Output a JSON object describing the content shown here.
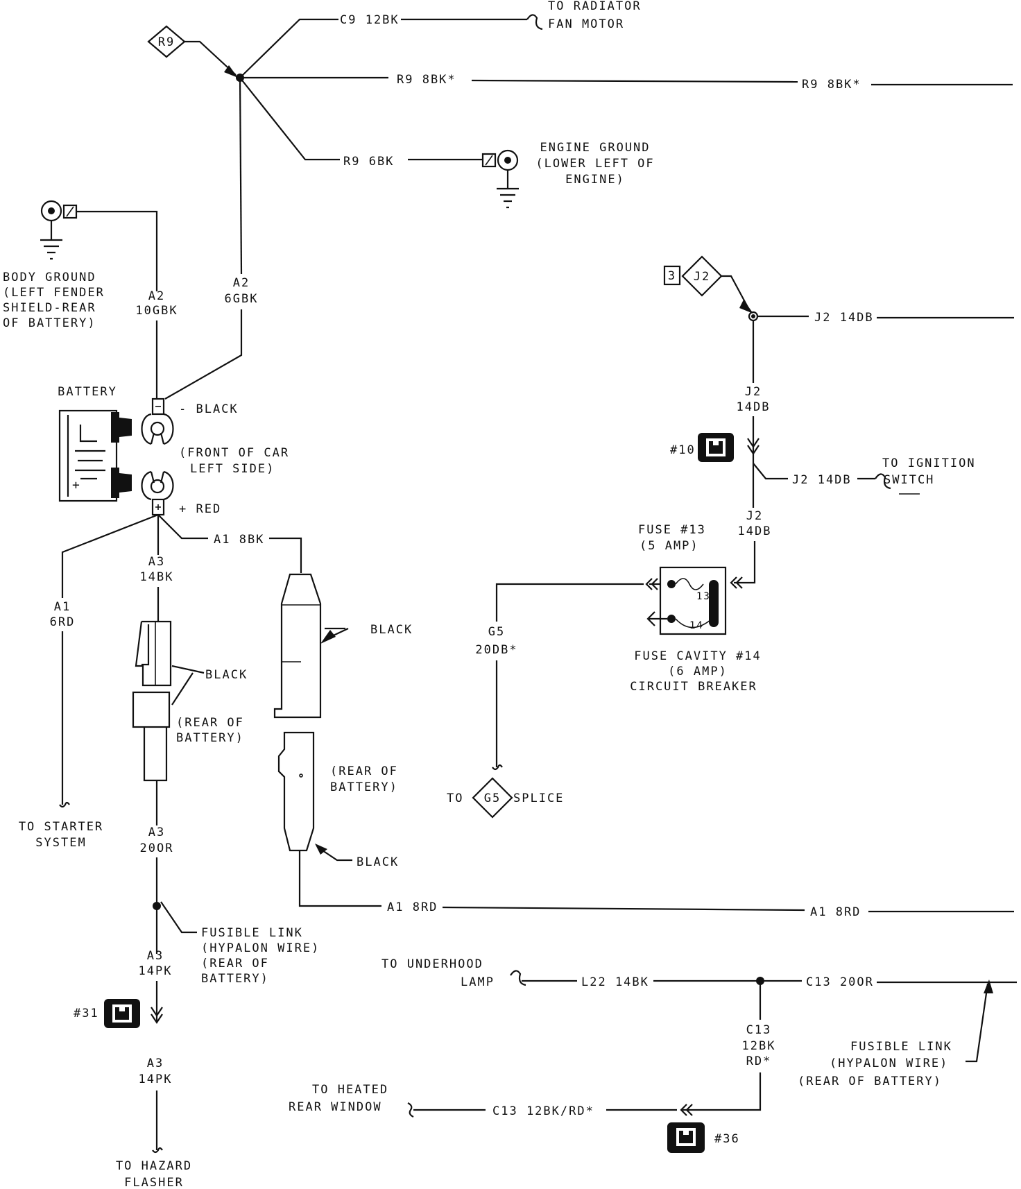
{
  "diagram": {
    "top_labels": {
      "c9_wire": "C9 12BK",
      "to_radiator": "TO RADIATOR",
      "fan_motor": "FAN MOTOR",
      "r9_tag": "R9",
      "r9_8bk_1": "R9 8BK*",
      "r9_8bk_2": "R9 8BK*",
      "r9_6bk": "R9 6BK",
      "engine_ground_1": "ENGINE GROUND",
      "engine_ground_2": "(LOWER LEFT OF",
      "engine_ground_3": "ENGINE)"
    },
    "left_labels": {
      "body_ground_1": "BODY GROUND",
      "body_ground_2": "(LEFT FENDER",
      "body_ground_3": "SHIELD-REAR",
      "body_ground_4": "OF BATTERY)",
      "a2_10gbk_1": "A2",
      "a2_10gbk_2": "10GBK",
      "a2_6gbk_1": "A2",
      "a2_6gbk_2": "6GBK",
      "battery": "BATTERY",
      "black_neg": "- BLACK",
      "front_of_car_1": "(FRONT OF CAR",
      "front_of_car_2": "LEFT SIDE)",
      "red_pos": "+ RED",
      "plus_sign": "+",
      "a1_8bk": "A1 8BK",
      "a3_14bk_1": "A3",
      "a3_14bk_2": "14BK",
      "a1_6rd_1": "A1",
      "a1_6rd_2": "6RD",
      "black_1": "BLACK",
      "black_2": "BLACK",
      "rear_battery_1a": "(REAR OF",
      "rear_battery_1b": "BATTERY)",
      "rear_battery_2a": "(REAR OF",
      "rear_battery_2b": "BATTERY)",
      "black_3": "BLACK",
      "to_starter_1": "TO STARTER",
      "to_starter_2": "SYSTEM",
      "a3_20or_1": "A3",
      "a3_20or_2": "20OR",
      "a1_8rd_1": "A1 8RD",
      "a1_8rd_2": "A1 8RD",
      "fusible_1": "FUSIBLE LINK",
      "fusible_2": "(HYPALON WIRE)",
      "fusible_3": "(REAR OF",
      "fusible_4": "BATTERY)",
      "a3_14pk_1a": "A3",
      "a3_14pk_1b": "14PK",
      "conn_31": "#31",
      "a3_14pk_2a": "A3",
      "a3_14pk_2b": "14PK",
      "to_hazard_1": "TO HAZARD",
      "to_hazard_2": "FLASHER"
    },
    "right_labels": {
      "j2_pin": "3",
      "j2_tag": "J2",
      "j2_14db_top": "J2 14DB",
      "j2_14db_v1a": "J2",
      "j2_14db_v1b": "14DB",
      "conn_10": "#10",
      "to_ignition_1": "TO IGNITION",
      "to_ignition_2": "SWITCH",
      "j2_14db_branch": "J2 14DB",
      "j2_14db_v2a": "J2",
      "j2_14db_v2b": "14DB",
      "fuse13_1": "FUSE #13",
      "fuse13_2": "(5 AMP)",
      "g5_1": "G5",
      "g5_2": "20DB*",
      "pin_13": "13",
      "pin_14": "14",
      "fuse_cavity_1": "FUSE CAVITY #14",
      "fuse_cavity_2": "(6 AMP)",
      "fuse_cavity_3": "CIRCUIT BREAKER",
      "to_text": "TO",
      "g5_tag": "G5",
      "splice": "SPLICE",
      "to_underhood_1": "TO UNDERHOOD",
      "to_underhood_2": "LAMP",
      "l22": "L22 14BK",
      "c13_20or": "C13 20OR",
      "c13_v1": "C13",
      "c13_v2": "12BK",
      "c13_v3": "RD*",
      "fusible_r1": "FUSIBLE LINK",
      "fusible_r2": "(HYPALON WIRE)",
      "fusible_r3": "(REAR OF BATTERY)",
      "to_heated_1": "TO HEATED",
      "to_heated_2": "REAR WINDOW",
      "c13_12bkrd": "C13 12BK/RD*",
      "conn_36": "#36"
    }
  }
}
